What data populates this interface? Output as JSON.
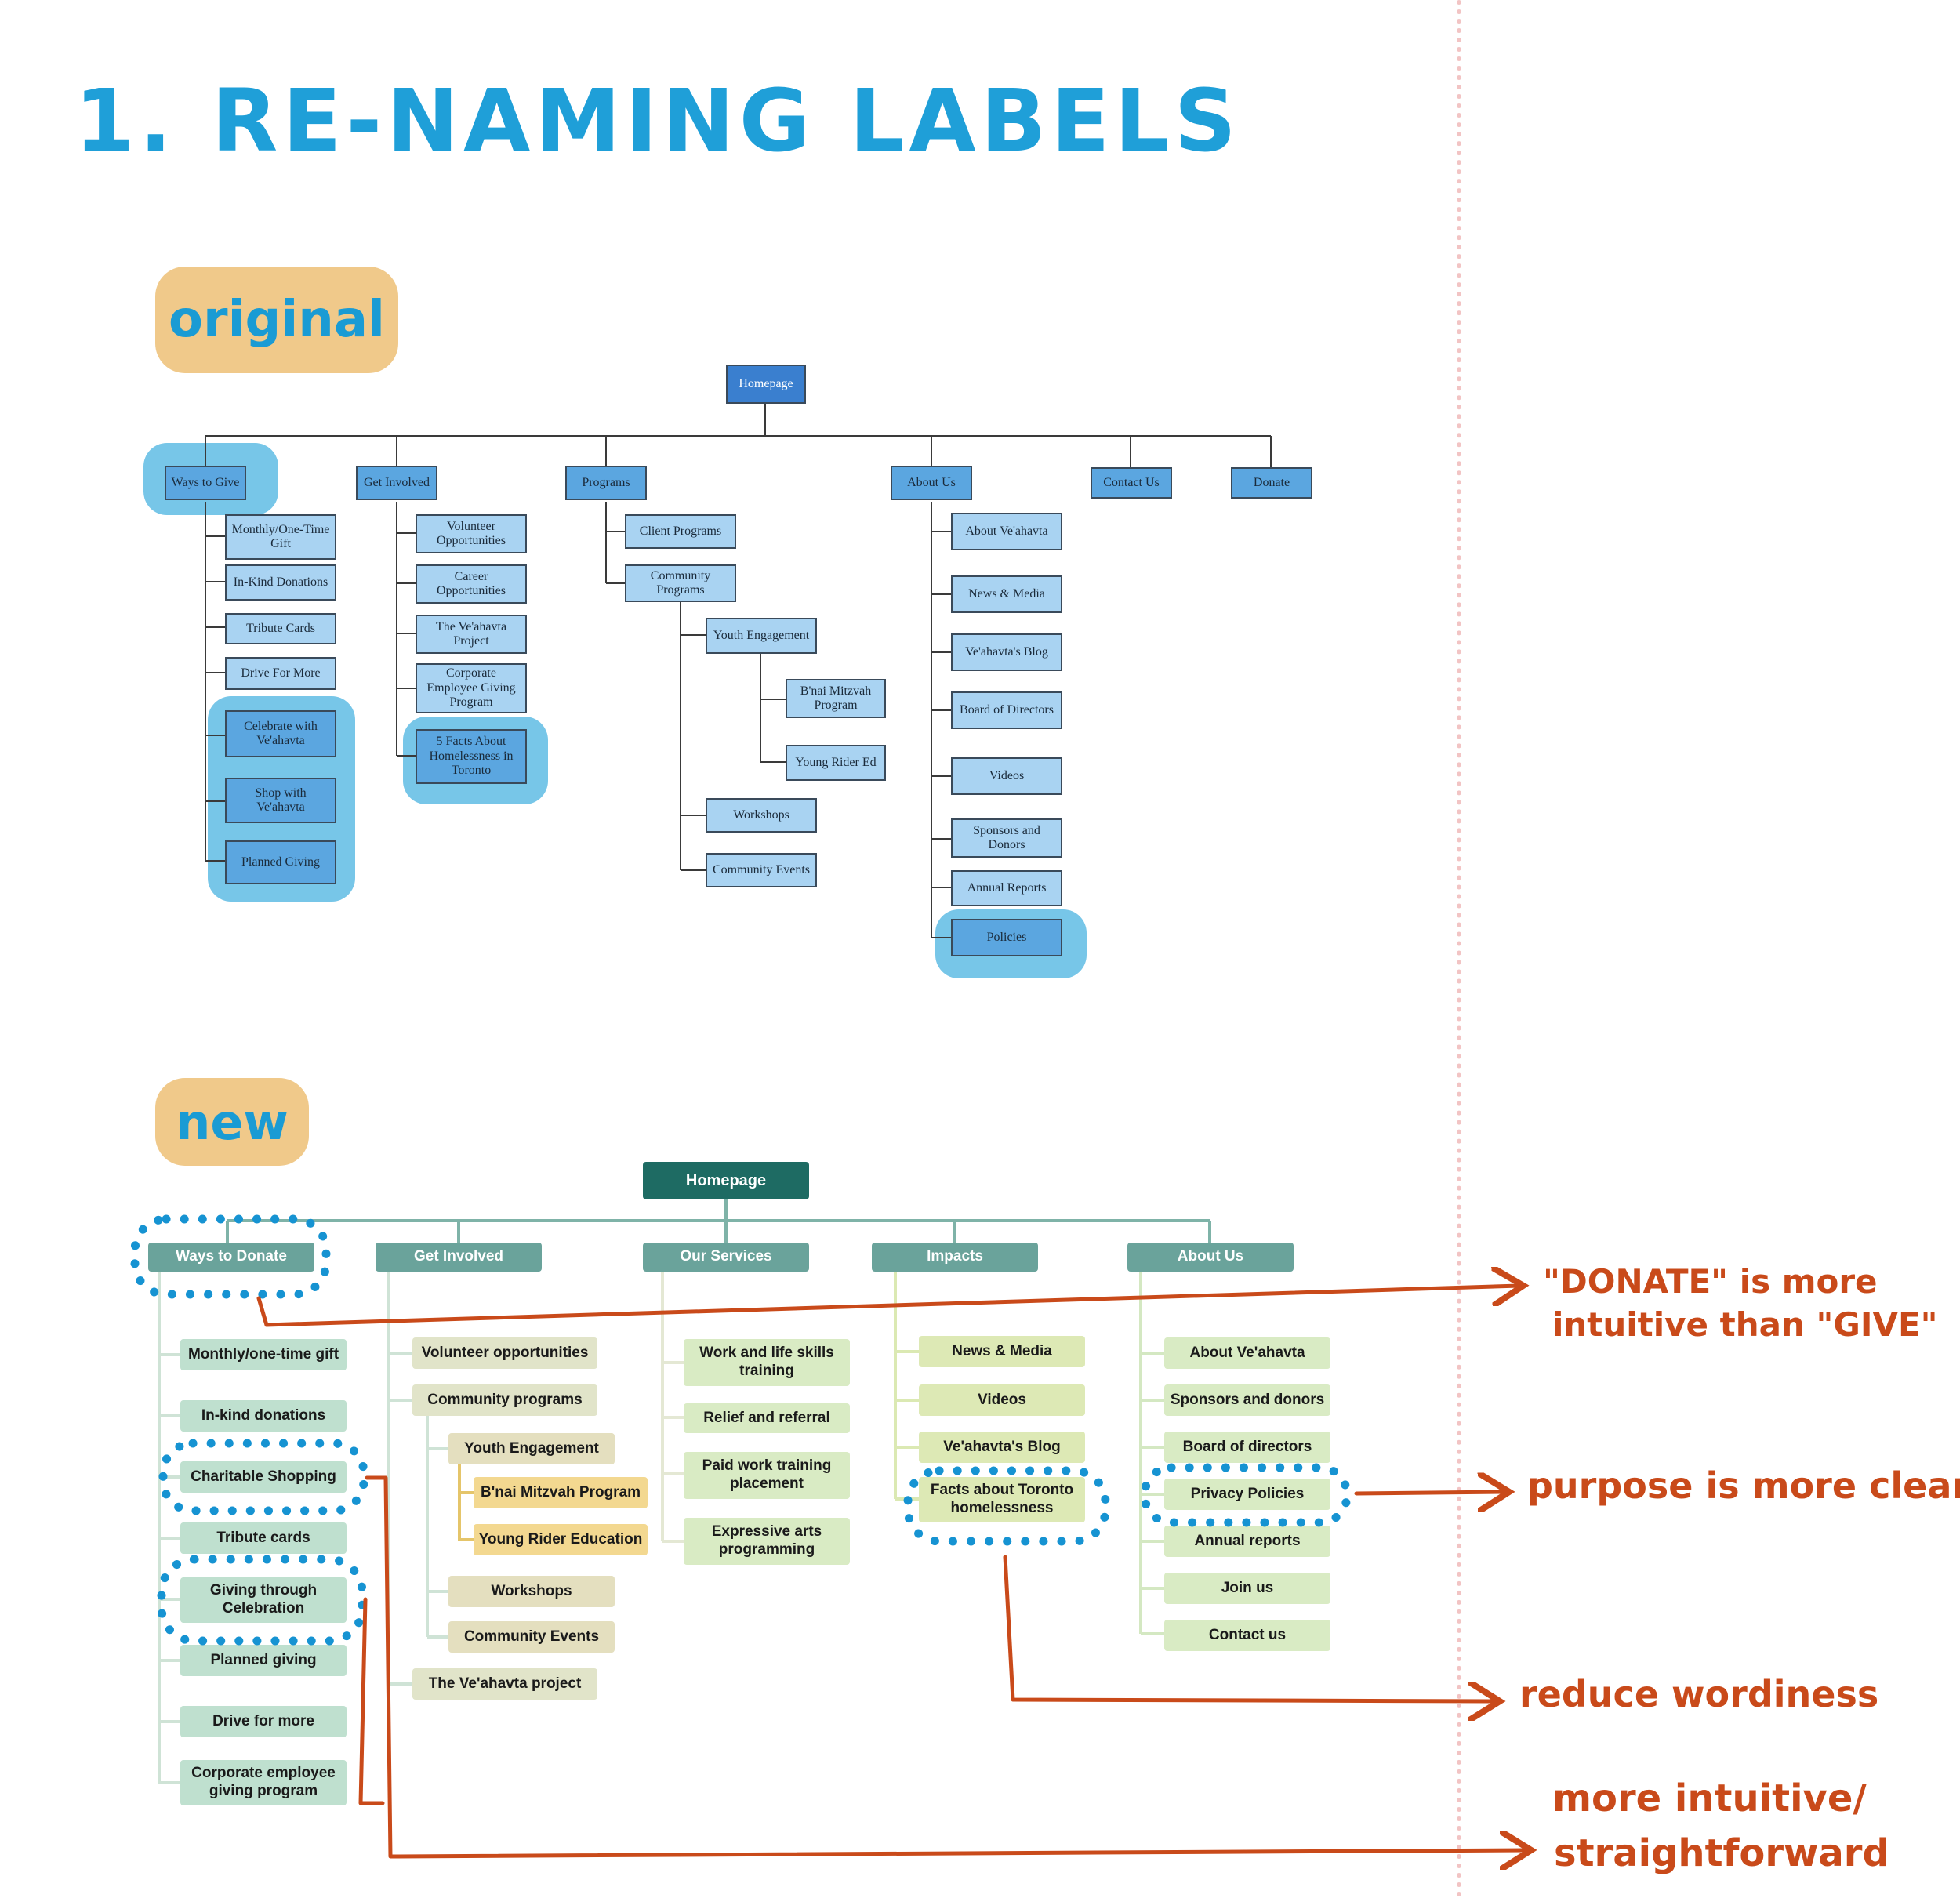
{
  "title": "1. RE-NAMING LABELS",
  "labels": {
    "original": "original",
    "new": "new"
  },
  "original": {
    "homepage": "Homepage",
    "ways_to_give": "Ways to Give",
    "get_involved": "Get Involved",
    "programs": "Programs",
    "about_us": "About Us",
    "contact_us": "Contact Us",
    "donate": "Donate",
    "give_items": [
      "Monthly/One-Time Gift",
      "In-Kind Donations",
      "Tribute Cards",
      "Drive For More",
      "Celebrate with Ve'ahavta",
      "Shop with Ve'ahavta",
      "Planned Giving"
    ],
    "involved_items": [
      "Volunteer Opportunities",
      "Career Opportunities",
      "The Ve'ahavta Project",
      "Corporate Employee Giving Program",
      "5 Facts About Homelessness in Toronto"
    ],
    "program_items": [
      "Client Programs",
      "Community Programs"
    ],
    "community_items": [
      "Youth Engagement",
      "Workshops",
      "Community Events"
    ],
    "youth_items": [
      "B'nai Mitzvah Program",
      "Young Rider Ed"
    ],
    "about_items": [
      "About Ve'ahavta",
      "News & Media",
      "Ve'ahavta's Blog",
      "Board of Directors",
      "Videos",
      "Sponsors and Donors",
      "Annual Reports",
      "Policies"
    ]
  },
  "new": {
    "homepage": "Homepage",
    "ways_to_donate": "Ways to Donate",
    "get_involved": "Get Involved",
    "our_services": "Our Services",
    "impacts": "Impacts",
    "about_us": "About Us",
    "donate_items": [
      "Monthly/one-time gift",
      "In-kind donations",
      "Charitable Shopping",
      "Tribute cards",
      "Giving through Celebration",
      "Planned giving",
      "Drive for more",
      "Corporate employee giving program"
    ],
    "involved_items": [
      "Volunteer opportunities",
      "Community programs",
      "The Ve'ahavta project"
    ],
    "community_items": [
      "Youth Engagement",
      "Workshops",
      "Community Events"
    ],
    "youth_items": [
      "B'nai Mitzvah Program",
      "Young Rider Education"
    ],
    "services_items": [
      "Work and life skills training",
      "Relief and referral",
      "Paid work training placement",
      "Expressive arts programming"
    ],
    "impacts_items": [
      "News & Media",
      "Videos",
      "Ve'ahavta's Blog",
      "Facts about Toronto homelessness"
    ],
    "about_items": [
      "About Ve'ahavta",
      "Sponsors and donors",
      "Board of directors",
      "Privacy Policies",
      "Annual reports",
      "Join us",
      "Contact us"
    ]
  },
  "notes": {
    "donate_line1": "\"DONATE\" is more",
    "donate_line2": "intuitive than \"GIVE\"",
    "purpose": "purpose is more clear",
    "wordiness": "reduce wordiness",
    "intuitive_line1": "more intuitive/",
    "intuitive_line2": "straightforward"
  },
  "colors": {
    "title": "#1f9fd8",
    "annotation": "#c94a1a",
    "highlight": "#77c6e8",
    "dots": "#1693d2"
  }
}
